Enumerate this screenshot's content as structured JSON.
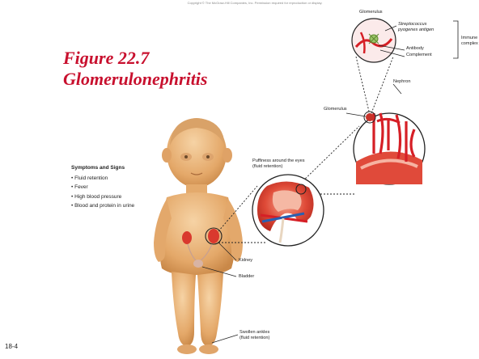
{
  "slide": {
    "copyright": "Copyright © The McGraw-Hill Companies, Inc. Permission required for reproduction or display.",
    "title_line1": "Figure 22.7",
    "title_line2": "Glomerulonephritis",
    "slide_number": "18-4"
  },
  "symptoms": {
    "heading": "Symptoms and Signs",
    "items": [
      "Fluid retention",
      "Fever",
      "High blood pressure",
      "Blood and protein in urine"
    ]
  },
  "labels": {
    "glomerulus_top": "Glomerulus",
    "strep_line1": "Streptococcus",
    "strep_line2": "pyogenes antigen",
    "antibody": "Antibody",
    "complement": "Complement",
    "immune_line1": "Immune",
    "immune_line2": "complex",
    "nephron": "Nephron",
    "glomerulus_mid": "Glomerulus",
    "puffiness_line1": "Puffiness around the eyes",
    "puffiness_line2": "(fluid retention)",
    "kidney": "Kidney",
    "bladder": "Bladder",
    "swollen_line1": "Swollen ankles",
    "swollen_line2": "(fluid retention)"
  },
  "colors": {
    "title": "#c8102e",
    "skin": "#e9b47a",
    "kidney": "#d9392e",
    "vessel_red": "#d61f26",
    "vessel_blue": "#2a5fb0"
  }
}
